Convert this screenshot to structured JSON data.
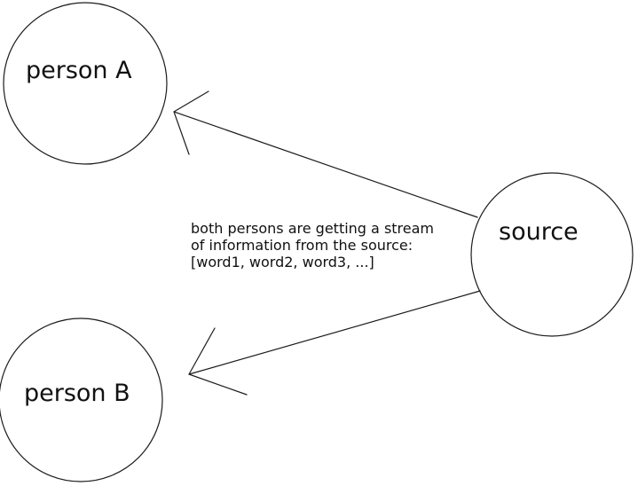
{
  "nodes": [
    {
      "id": "person-a",
      "label": "person A"
    },
    {
      "id": "person-b",
      "label": "person B"
    },
    {
      "id": "source",
      "label": "source"
    }
  ],
  "edges": [
    {
      "from": "source",
      "to": "person-a",
      "type": "arrow"
    },
    {
      "from": "source",
      "to": "person-b",
      "type": "arrow"
    }
  ],
  "annotation": {
    "line1": "both persons are getting a stream",
    "line2": "of information from the source:",
    "line3": "[word1, word2, word3, ...]"
  },
  "colors": {
    "line": "#1c1c1c",
    "text": "#111111",
    "background": "#ffffff"
  }
}
